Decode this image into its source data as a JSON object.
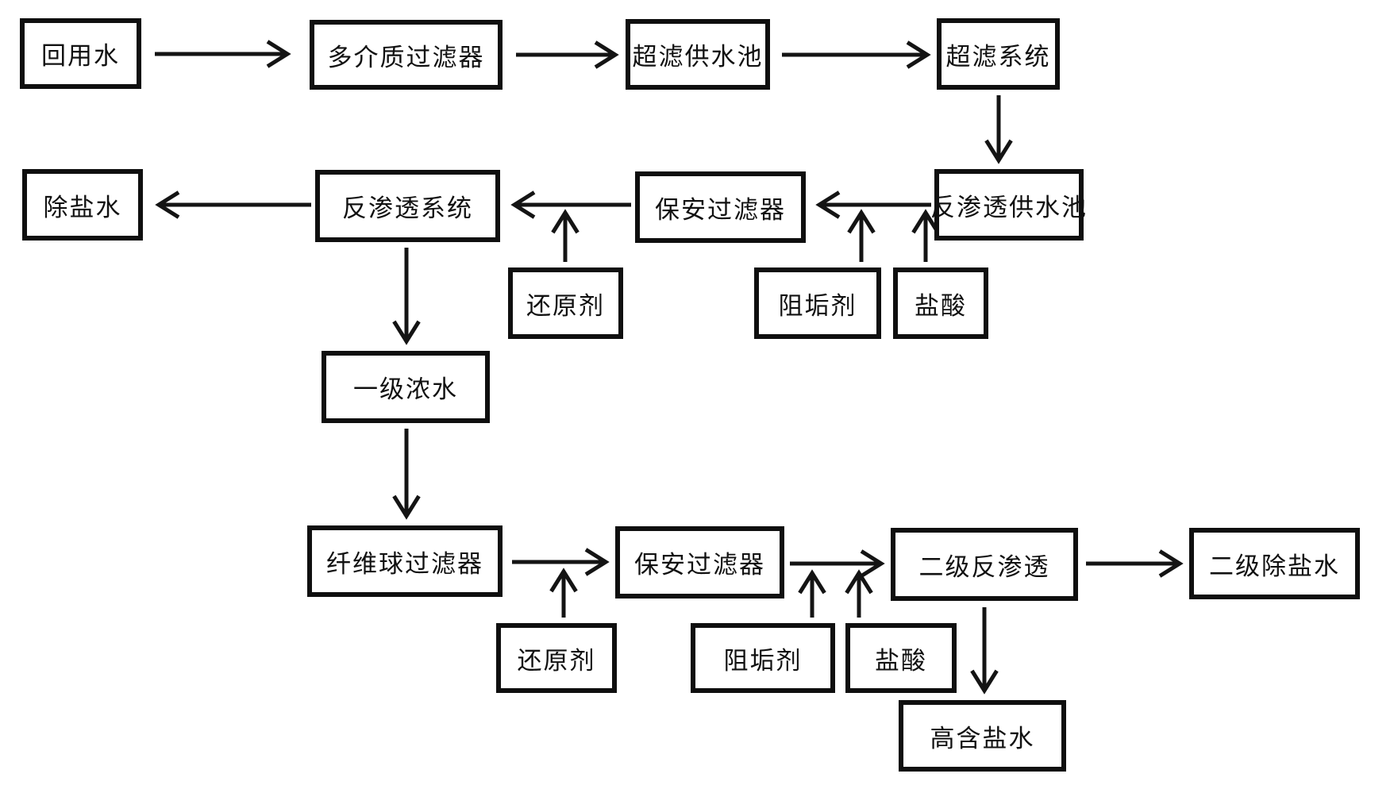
{
  "diagram": {
    "kind": "flowchart",
    "language": "zh-CN",
    "colors": {
      "line": "#141414",
      "box_border": "#0f0f0f",
      "background": "#ffffff",
      "text": "#111111"
    }
  },
  "nodes": [
    {
      "id": "reuse-water",
      "label": "回用水"
    },
    {
      "id": "multimedia-filter",
      "label": "多介质过滤器"
    },
    {
      "id": "uf-feed-tank",
      "label": "超滤供水池"
    },
    {
      "id": "uf-system",
      "label": "超滤系统"
    },
    {
      "id": "ro-feed-tank",
      "label": "反渗透供水池"
    },
    {
      "id": "security-filter-1",
      "label": "保安过滤器"
    },
    {
      "id": "ro-system",
      "label": "反渗透系统"
    },
    {
      "id": "desalted-water",
      "label": "除盐水"
    },
    {
      "id": "reducing-agent-1",
      "label": "还原剂"
    },
    {
      "id": "antiscalant-1",
      "label": "阻垢剂"
    },
    {
      "id": "hydrochloric-acid-1",
      "label": "盐酸"
    },
    {
      "id": "first-stage-concentrate",
      "label": "一级浓水"
    },
    {
      "id": "fiber-ball-filter",
      "label": "纤维球过滤器"
    },
    {
      "id": "security-filter-2",
      "label": "保安过滤器"
    },
    {
      "id": "second-stage-ro",
      "label": "二级反渗透"
    },
    {
      "id": "second-stage-desalted-water",
      "label": "二级除盐水"
    },
    {
      "id": "reducing-agent-2",
      "label": "还原剂"
    },
    {
      "id": "antiscalant-2",
      "label": "阻垢剂"
    },
    {
      "id": "hydrochloric-acid-2",
      "label": "盐酸"
    },
    {
      "id": "high-salinity-water",
      "label": "高含盐水"
    }
  ],
  "edges": [
    {
      "from": "reuse-water",
      "to": "multimedia-filter"
    },
    {
      "from": "multimedia-filter",
      "to": "uf-feed-tank"
    },
    {
      "from": "uf-feed-tank",
      "to": "uf-system"
    },
    {
      "from": "uf-system",
      "to": "ro-feed-tank"
    },
    {
      "from": "ro-feed-tank",
      "to": "security-filter-1"
    },
    {
      "from": "security-filter-1",
      "to": "ro-system"
    },
    {
      "from": "ro-system",
      "to": "desalted-water"
    },
    {
      "from": "reducing-agent-1",
      "to": "ro-system"
    },
    {
      "from": "antiscalant-1",
      "to": "security-filter-1"
    },
    {
      "from": "hydrochloric-acid-1",
      "to": "security-filter-1"
    },
    {
      "from": "ro-system",
      "to": "first-stage-concentrate"
    },
    {
      "from": "first-stage-concentrate",
      "to": "fiber-ball-filter"
    },
    {
      "from": "fiber-ball-filter",
      "to": "security-filter-2"
    },
    {
      "from": "reducing-agent-2",
      "to": "security-filter-2"
    },
    {
      "from": "security-filter-2",
      "to": "second-stage-ro"
    },
    {
      "from": "antiscalant-2",
      "to": "second-stage-ro"
    },
    {
      "from": "hydrochloric-acid-2",
      "to": "second-stage-ro"
    },
    {
      "from": "second-stage-ro",
      "to": "second-stage-desalted-water"
    },
    {
      "from": "second-stage-ro",
      "to": "high-salinity-water"
    }
  ]
}
